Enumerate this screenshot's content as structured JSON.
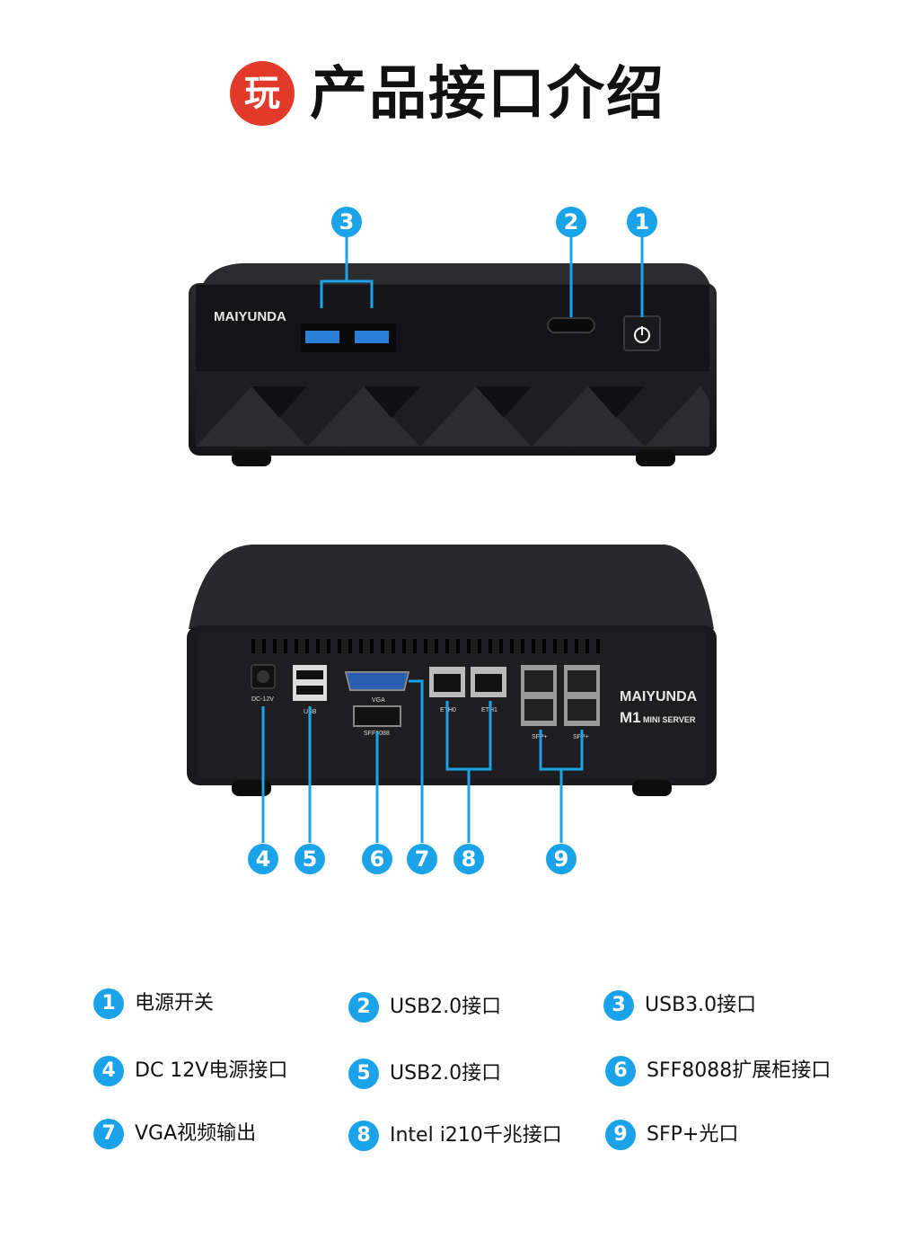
{
  "header": {
    "badge": "玩",
    "title": "产品接口介绍"
  },
  "front": {
    "brand": "MAIYUNDA",
    "callouts": [
      "3",
      "2",
      "1"
    ]
  },
  "rear": {
    "brand_line1": "MAIYUNDA",
    "brand_line2a": "M1",
    "brand_line2b": "MINI SERVER",
    "port_labels": {
      "dc": "DC-12V",
      "usb": "USB",
      "vga": "VGA",
      "sff": "SFF8088",
      "eth0": "ETH0",
      "eth1": "ETH1",
      "sfp_a": "SFP+",
      "sfp_b": "SFP+"
    },
    "callouts": [
      "4",
      "5",
      "6",
      "7",
      "8",
      "9"
    ]
  },
  "legend": [
    {
      "num": "1",
      "label": "电源开关"
    },
    {
      "num": "2",
      "label": "USB2.0接口"
    },
    {
      "num": "3",
      "label": "USB3.0接口"
    },
    {
      "num": "4",
      "label": "DC 12V电源接口"
    },
    {
      "num": "5",
      "label": "USB2.0接口"
    },
    {
      "num": "6",
      "label": "SFF8088扩展柜接口"
    },
    {
      "num": "7",
      "label": "VGA视频输出"
    },
    {
      "num": "8",
      "label": "Intel i210千兆接口"
    },
    {
      "num": "9",
      "label": "SFP+光口"
    }
  ],
  "colors": {
    "accent": "#1aa3e8",
    "badge": "#e23a2a",
    "usb3": "#2a7fd6",
    "chassis": "#1c1c1e"
  }
}
